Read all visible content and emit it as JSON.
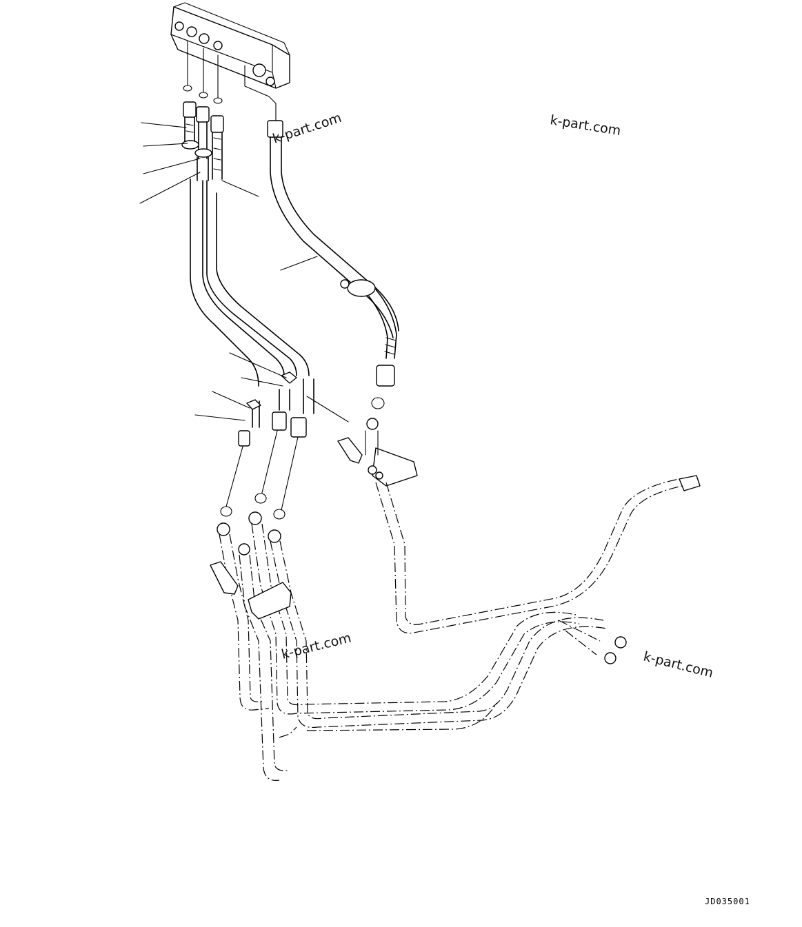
{
  "watermarks": [
    {
      "id": "wm-1",
      "text": "k-part.com"
    },
    {
      "id": "wm-2",
      "text": "k-part.com"
    },
    {
      "id": "wm-3",
      "text": "k-part.com"
    },
    {
      "id": "wm-4",
      "text": "k-part.com"
    }
  ],
  "drawing_code": "JD035001",
  "colors": {
    "line": "#000000",
    "background": "#ffffff"
  }
}
